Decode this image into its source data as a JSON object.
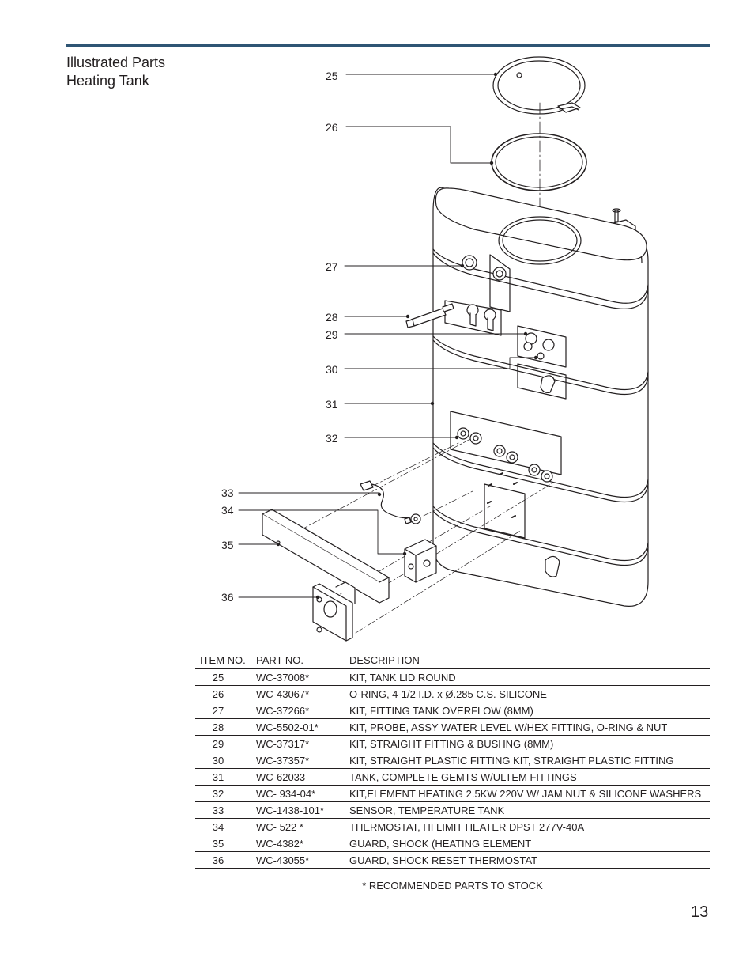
{
  "section_title": {
    "line1": "Illustrated Parts",
    "line2": "Heating Tank"
  },
  "callouts": [
    "25",
    "26",
    "27",
    "28",
    "29",
    "30",
    "31",
    "32",
    "33",
    "34",
    "35",
    "36"
  ],
  "table": {
    "headers": {
      "item": "ITEM NO.",
      "part": "PART NO.",
      "description": "DESCRIPTION"
    },
    "rows": [
      {
        "item": "25",
        "part": "WC-37008*",
        "description": "KIT, TANK LID ROUND"
      },
      {
        "item": "26",
        "part": "WC-43067*",
        "description": "O-RING, 4-1/2 I.D. x Ø.285 C.S. SILICONE"
      },
      {
        "item": "27",
        "part": "WC-37266*",
        "description": "KIT, FITTING TANK OVERFLOW (8MM)"
      },
      {
        "item": "28",
        "part": "WC-5502-01*",
        "description": "KIT, PROBE, ASSY WATER LEVEL W/HEX FITTING, O-RING & NUT"
      },
      {
        "item": "29",
        "part": "WC-37317*",
        "description": "KIT, STRAIGHT FITTING & BUSHNG (8MM)"
      },
      {
        "item": "30",
        "part": "WC-37357*",
        "description": "KIT, STRAIGHT PLASTIC FITTING KIT, STRAIGHT PLASTIC FITTING"
      },
      {
        "item": "31",
        "part": "WC-62033",
        "description": "TANK, COMPLETE GEMTS W/ULTEM FITTINGS"
      },
      {
        "item": "32",
        "part": "WC- 934-04*",
        "description": "KIT,ELEMENT HEATING 2.5KW 220V W/ JAM NUT & SILICONE WASHERS"
      },
      {
        "item": "33",
        "part": "WC-1438-101*",
        "description": "SENSOR, TEMPERATURE TANK"
      },
      {
        "item": "34",
        "part": "WC- 522 *",
        "description": "THERMOSTAT, HI LIMIT HEATER DPST 277V-40A"
      },
      {
        "item": "35",
        "part": "WC-4382*",
        "description": "GUARD, SHOCK (HEATING ELEMENT"
      },
      {
        "item": "36",
        "part": "WC-43055*",
        "description": "GUARD, SHOCK RESET THERMOSTAT"
      }
    ],
    "footnote": "* RECOMMENDED PARTS TO STOCK"
  },
  "page_number": "13"
}
